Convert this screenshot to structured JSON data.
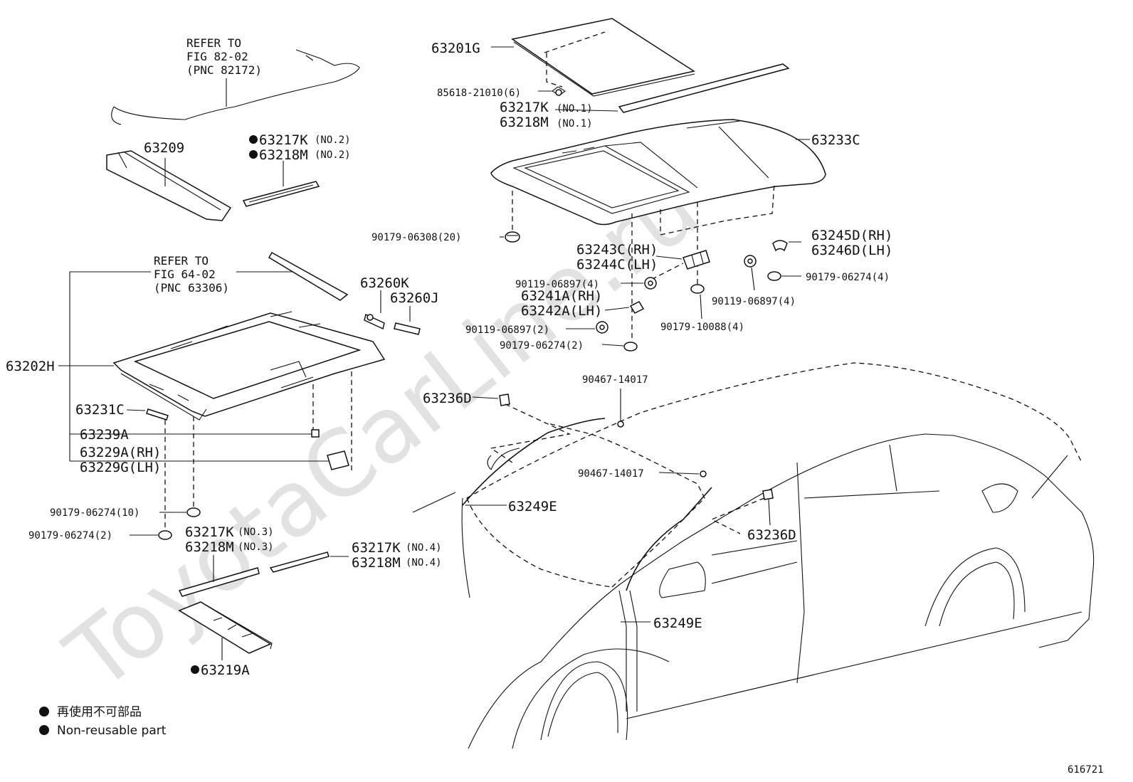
{
  "watermark": "ToyotaCarLine.ru",
  "figure_number": "616721",
  "legend": {
    "jp": "再使用不可部品",
    "en": "Non-reusable part"
  },
  "references": {
    "r1": [
      "REFER TO",
      "FIG 82-02",
      "(PNC 82172)"
    ],
    "r2": [
      "REFER TO",
      "FIG 64-02",
      "(PNC 63306)"
    ]
  },
  "labels": {
    "p63201G": "63201G",
    "p85618": "85618-21010(6)",
    "p63217K_1": "63217K",
    "p63217K_1s": "(NO.1)",
    "p63218M_1": "63218M",
    "p63218M_1s": "(NO.1)",
    "p63233C": "63233C",
    "p63209": "63209",
    "p63217K_2": "63217K",
    "p63217K_2s": "(NO.2)",
    "p63218M_2": "63218M",
    "p63218M_2s": "(NO.2)",
    "p90179_06308": "90179-06308(20)",
    "p63245D": "63245D(RH)",
    "p63246D": "63246D(LH)",
    "p63243C": "63243C(RH)",
    "p63244C": "63244C(LH)",
    "p90179_06274_4": "90179-06274(4)",
    "p90119_06897_4a": "90119-06897(4)",
    "p90119_06897_4b": "90119-06897(4)",
    "p63241A": "63241A(RH)",
    "p63242A": "63242A(LH)",
    "p90119_06897_2": "90119-06897(2)",
    "p90179_10088": "90179-10088(4)",
    "p90179_06274_2a": "90179-06274(2)",
    "p63260K": "63260K",
    "p63260J": "63260J",
    "p63202H": "63202H",
    "p63231C": "63231C",
    "p63239A": "63239A",
    "p63229A": "63229A(RH)",
    "p63229G": "63229G(LH)",
    "p90179_06274_10": "90179-06274(10)",
    "p90179_06274_2b": "90179-06274(2)",
    "p63217K_3": "63217K",
    "p63217K_3s": "(NO.3)",
    "p63218M_3": "63218M",
    "p63218M_3s": "(NO.3)",
    "p63217K_4": "63217K",
    "p63217K_4s": "(NO.4)",
    "p63218M_4": "63218M",
    "p63218M_4s": "(NO.4)",
    "p63219A": "63219A",
    "p63236D_a": "63236D",
    "p63236D_b": "63236D",
    "p90467_a": "90467-14017",
    "p90467_b": "90467-14017",
    "p63249E_a": "63249E",
    "p63249E_b": "63249E"
  }
}
